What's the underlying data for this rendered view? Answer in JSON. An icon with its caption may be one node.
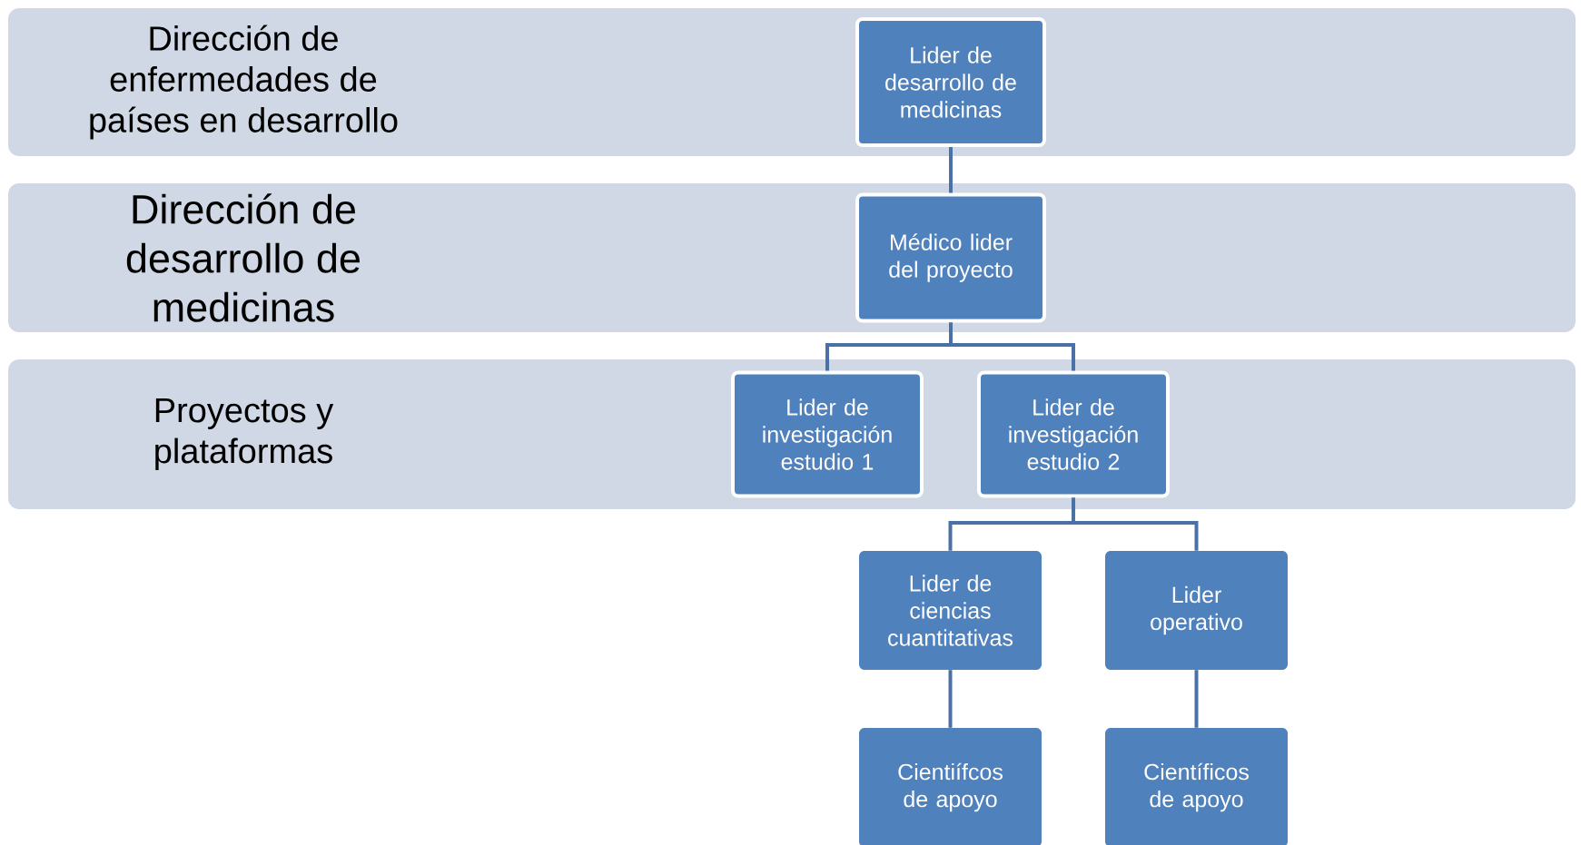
{
  "diagram": {
    "nodes": [
      {
        "text": [
          "Dirección de enfermedades de países en desarrollo"
        ]
      },
      {
        "text": [
          "Lider de desarrollo de medicinas"
        ],
        "in": 0
      },
      {
        "text": [
          "Dirección de desarrollo de medicinas"
        ]
      },
      {
        "text": [
          "Médico lider del proyecto"
        ],
        "in": 2
      },
      {
        "text": [
          "Proyectos y plataformas"
        ]
      },
      {
        "text": [
          "Lider de investigación estudio 1"
        ],
        "in": 4
      },
      {
        "text": [
          "Lider de investigación estudio 2"
        ],
        "in": 4
      },
      {
        "text": [
          "Lider de ciencias cuantitativas"
        ]
      },
      {
        "text": [
          "Lider operativo"
        ]
      },
      {
        "text": [
          "Cientiífcos de apoyo"
        ]
      },
      {
        "text": [
          "Científicos de apoyo"
        ]
      }
    ],
    "edges": [
      {
        "from": 1,
        "to": 3,
        "arrow": "none"
      },
      {
        "from": 3,
        "to": 5,
        "arrow": "none"
      },
      {
        "from": 3,
        "to": 6,
        "arrow": "none"
      },
      {
        "from": 6,
        "to": 7,
        "arrow": "none"
      },
      {
        "from": 6,
        "to": 8,
        "arrow": "none"
      },
      {
        "from": 7,
        "to": 9,
        "arrow": "none"
      },
      {
        "from": 8,
        "to": 10,
        "arrow": "none"
      }
    ]
  }
}
